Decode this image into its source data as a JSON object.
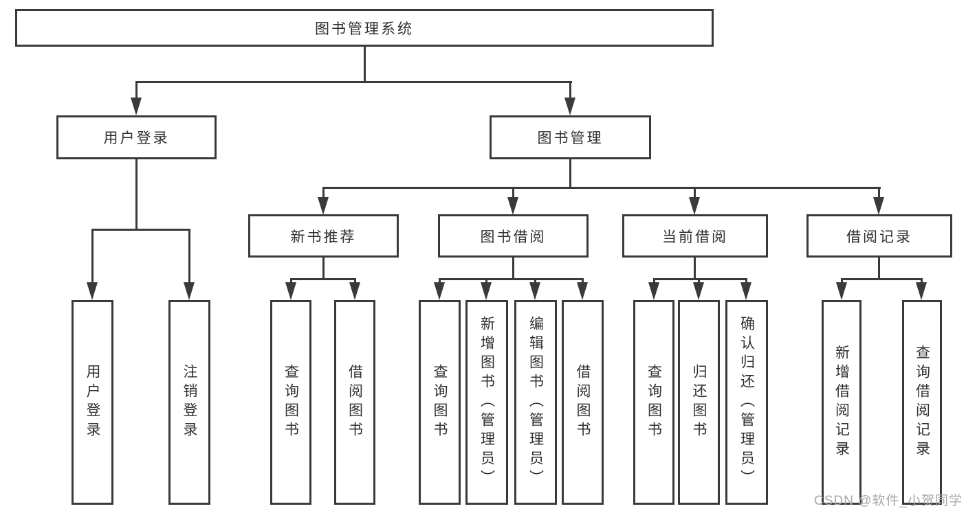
{
  "colors": {
    "line": "#3a3a3a",
    "text": "#2f2f2f",
    "watermark": "#a8a8a8",
    "background": "#ffffff"
  },
  "watermark": {
    "text": "CSDN @软件_小贺同学"
  },
  "tree": {
    "root": {
      "label": "图书管理系统"
    },
    "branches": [
      {
        "label": "用户登录",
        "leaves": [
          {
            "label": "用户登录"
          },
          {
            "label": "注销登录"
          }
        ]
      },
      {
        "label": "图书管理",
        "groups": [
          {
            "label": "新书推荐",
            "leaves": [
              {
                "label": "查询图书"
              },
              {
                "label": "借阅图书"
              }
            ]
          },
          {
            "label": "图书借阅",
            "leaves": [
              {
                "label": "查询图书"
              },
              {
                "label": "新增图书（管理员）"
              },
              {
                "label": "编辑图书（管理员）"
              },
              {
                "label": "借阅图书"
              }
            ]
          },
          {
            "label": "当前借阅",
            "leaves": [
              {
                "label": "查询图书"
              },
              {
                "label": "归还图书"
              },
              {
                "label": "确认归还（管理员）"
              }
            ]
          },
          {
            "label": "借阅记录",
            "leaves": [
              {
                "label": "新增借阅记录"
              },
              {
                "label": "查询借阅记录"
              }
            ]
          }
        ]
      }
    ]
  }
}
